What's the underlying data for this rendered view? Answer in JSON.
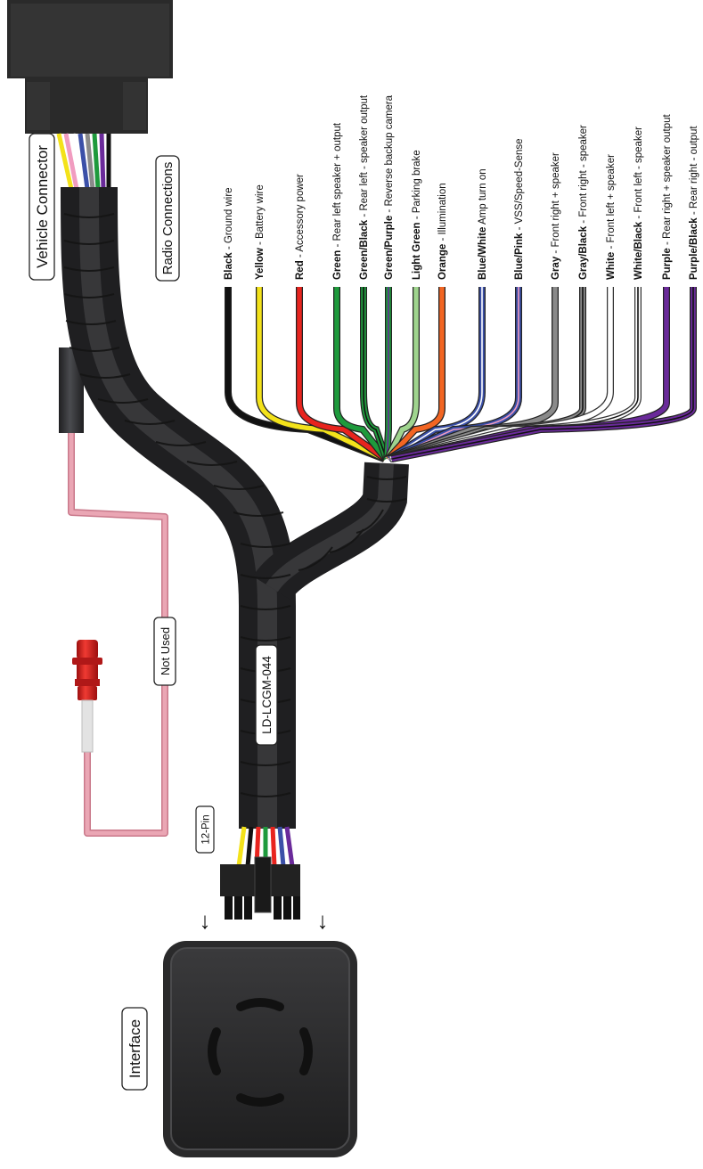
{
  "labels": {
    "vehicle_connector": "Vehicle Connector",
    "radio_connections": "Radio Connections",
    "not_used": "Not Used",
    "part_number": "LD-LCGM-044",
    "pin_count": "12-Pin",
    "interface": "Interface",
    "arrow_left": "↓",
    "arrow_right": "↓"
  },
  "wires": [
    {
      "color_name": "Black",
      "desc": " - Ground wire",
      "color": "#111111",
      "stripe": ""
    },
    {
      "color_name": "Yellow",
      "desc": " - Battery wire",
      "color": "#f3e21a",
      "stripe": ""
    },
    {
      "color_name": "Red",
      "desc": " - Accessory power",
      "color": "#e8241e",
      "stripe": ""
    },
    {
      "color_name": "Green",
      "desc": " - Rear left speaker + output",
      "color": "#1e9a3c",
      "stripe": ""
    },
    {
      "color_name": "Green/Black",
      "desc": " - Rear left - speaker output",
      "color": "#1e9a3c",
      "stripe": "#111111"
    },
    {
      "color_name": "Green/Purple",
      "desc": " - Reverse backup camera",
      "color": "#1e9a3c",
      "stripe": "#6a2a9a"
    },
    {
      "color_name": "Light Green",
      "desc": " - Parking brake",
      "color": "#9fd48e",
      "stripe": ""
    },
    {
      "color_name": "Orange",
      "desc": " - Illumination",
      "color": "#f26522",
      "stripe": ""
    },
    {
      "color_name": "Blue/White",
      "desc": "  Amp turn on",
      "color": "#3b50a8",
      "stripe": "#ffffff"
    },
    {
      "color_name": "Blue/Pink",
      "desc": " - VSS/Speed-Sense",
      "color": "#3b50a8",
      "stripe": "#f19cc0"
    },
    {
      "color_name": "Gray",
      "desc": " - Front right + speaker",
      "color": "#8a8a8a",
      "stripe": ""
    },
    {
      "color_name": "Gray/Black",
      "desc": " - Front right - speaker",
      "color": "#8a8a8a",
      "stripe": "#111111"
    },
    {
      "color_name": "White",
      "desc": " - Front left + speaker",
      "color": "#ffffff",
      "stripe": ""
    },
    {
      "color_name": "White/Black",
      "desc": " - Front left - speaker",
      "color": "#ffffff",
      "stripe": "#111111"
    },
    {
      "color_name": "Purple",
      "desc": " - Rear right + speaker output",
      "color": "#6a2a9a",
      "stripe": ""
    },
    {
      "color_name": "Purple/Black",
      "desc": " - Rear right - output",
      "color": "#6a2a9a",
      "stripe": "#111111"
    }
  ],
  "colors": {
    "sleeve": "#2e2e30",
    "sleeve_highlight": "#55565a",
    "connector": "#222222",
    "unused_wire": "#eaa6b4",
    "unused_tip": "#d42222"
  }
}
